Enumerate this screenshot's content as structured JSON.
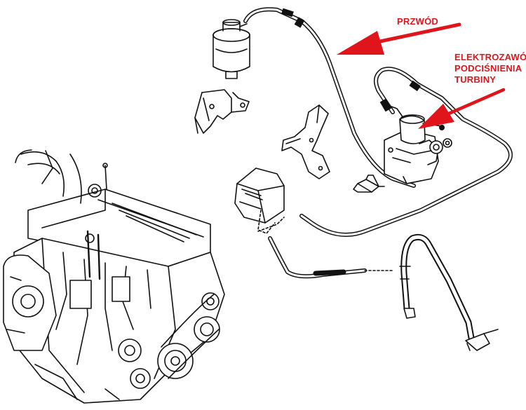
{
  "annotations": {
    "hose_label": "PRZWÓD",
    "valve_label_lines": [
      "ELEKTROZAWÓR",
      "PODCIŚNIENIA",
      "TURBINY"
    ],
    "arrow_color": "#e0141b"
  },
  "icons": {
    "arrow_hose": "red-arrow-icon",
    "arrow_valve": "red-arrow-icon"
  }
}
